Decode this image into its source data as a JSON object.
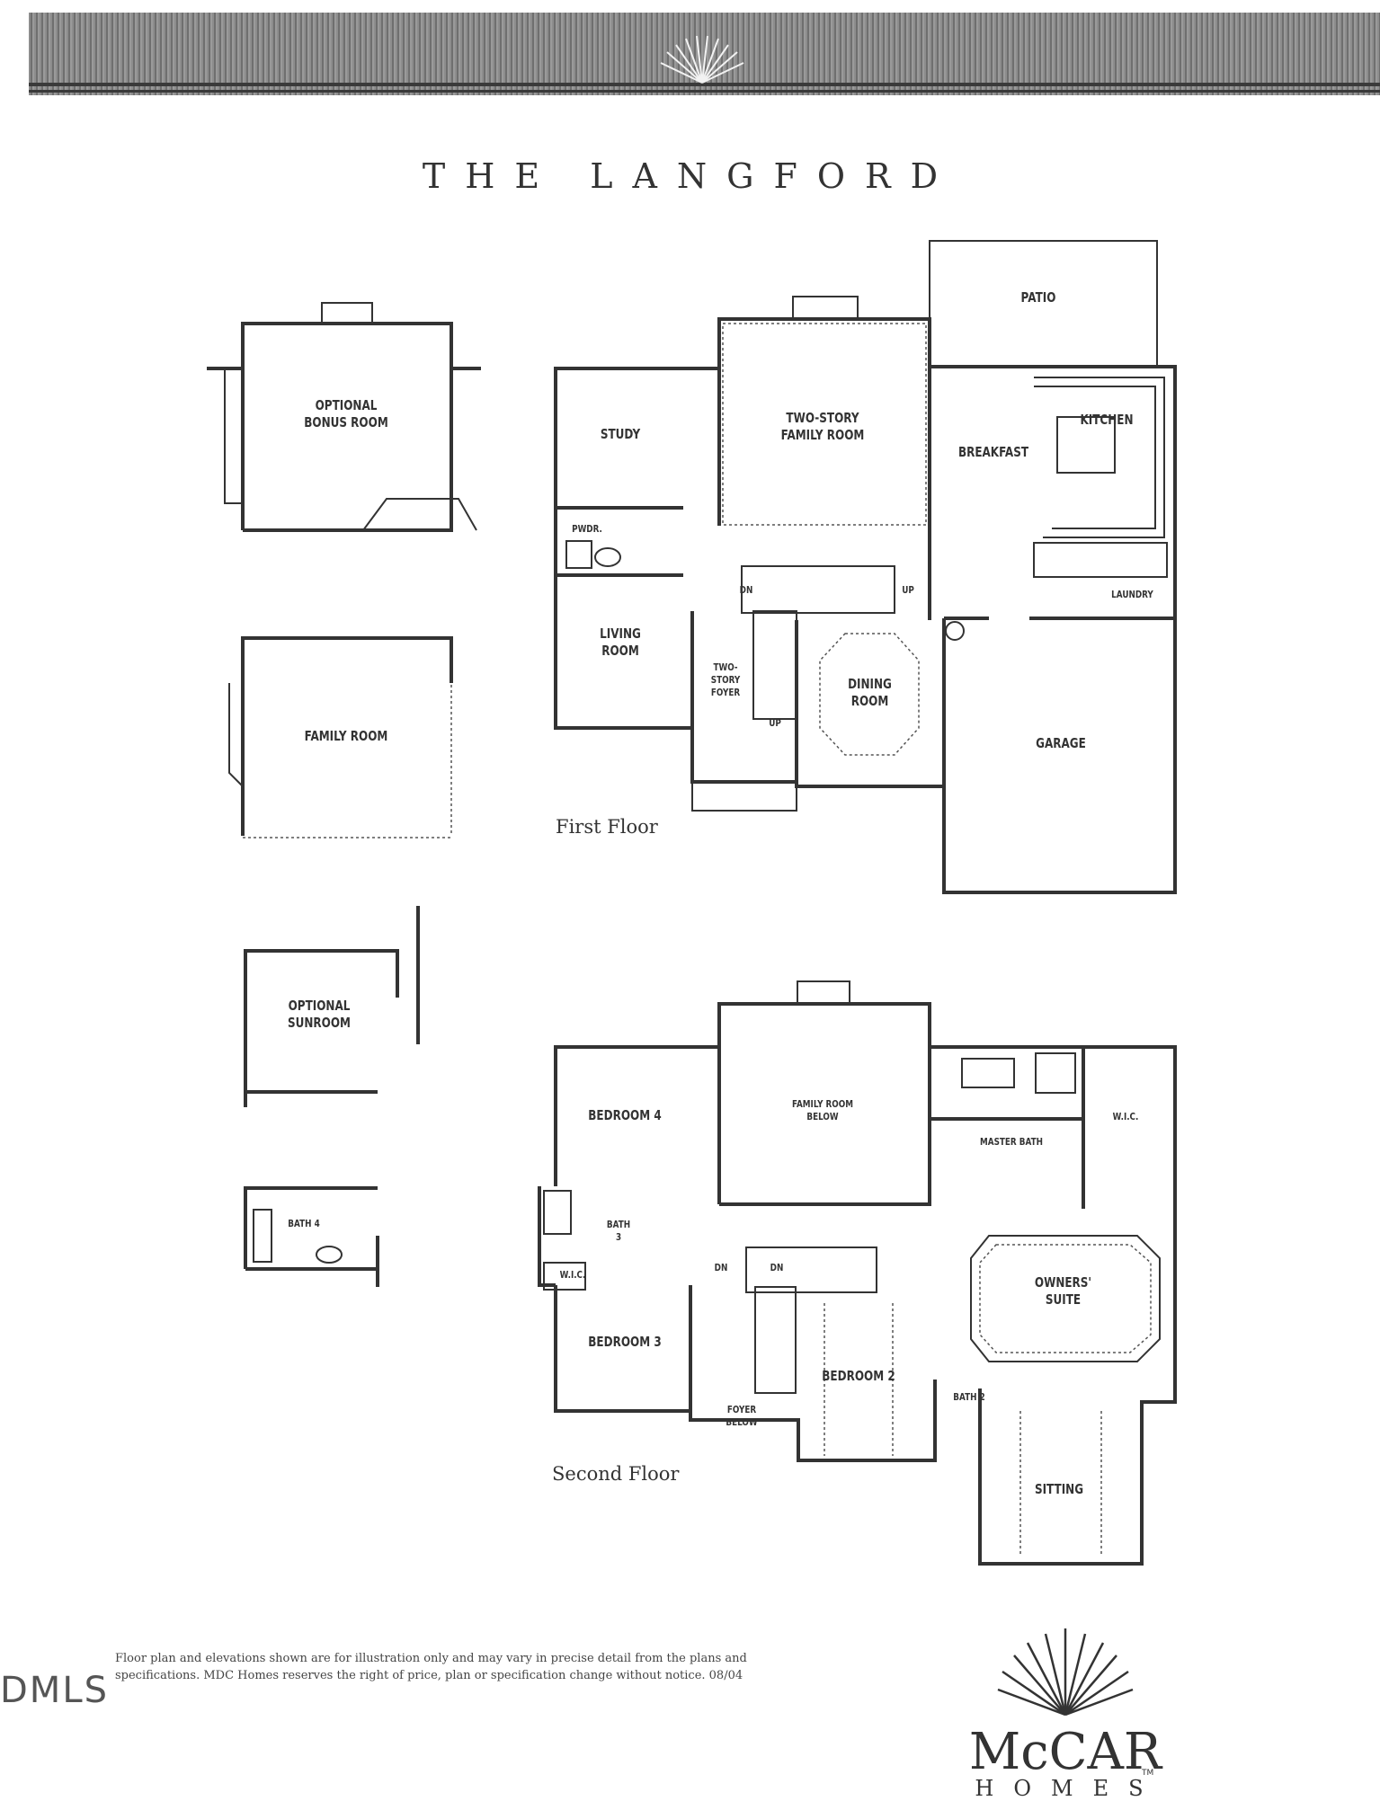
{
  "title": "THE LANGFORD",
  "first_floor": {
    "caption": "First Floor",
    "rooms": {
      "patio": "PATIO",
      "kitchen": "KITCHEN",
      "breakfast": "BREAKFAST",
      "study": "STUDY",
      "family_room": "TWO-STORY\nFAMILY ROOM",
      "powder": "PWDR.",
      "living_room": "LIVING\nROOM",
      "foyer": "TWO-\nSTORY\nFOYER",
      "dining_room": "DINING\nROOM",
      "laundry": "LAUNDRY",
      "garage": "GARAGE",
      "stair_down": "DN",
      "stair_up": "UP",
      "foyer_up": "UP"
    }
  },
  "second_floor": {
    "caption": "Second Floor",
    "rooms": {
      "bedroom_4": "BEDROOM 4",
      "family_room_below": "FAMILY ROOM\nBELOW",
      "master_bath": "MASTER BATH",
      "wic_master": "W.I.C.",
      "bath_3": "BATH\n3",
      "wic_bed3": "W.I.C.",
      "owners_suite": "OWNERS'\nSUITE",
      "bedroom_3": "BEDROOM 3",
      "bedroom_2": "BEDROOM 2",
      "bath_2": "BATH 2",
      "foyer_below": "FOYER\nBELOW",
      "sitting": "SITTING",
      "stair_dn_1": "DN",
      "stair_dn_2": "DN"
    }
  },
  "options": {
    "bonus_room": "OPTIONAL\nBONUS ROOM",
    "family_room": "FAMILY ROOM",
    "sunroom": "OPTIONAL\nSUNROOM",
    "bath_4": "BATH 4"
  },
  "disclaimer": "Floor plan and elevations shown are for illustration only and may vary in precise detail from the plans and specifications. MDC Homes reserves the right of price, plan or specification change without notice.  08/04",
  "logo": {
    "name": "McCAR",
    "sub": "HOMES",
    "mark": "TM"
  },
  "watermark": "DMLS"
}
